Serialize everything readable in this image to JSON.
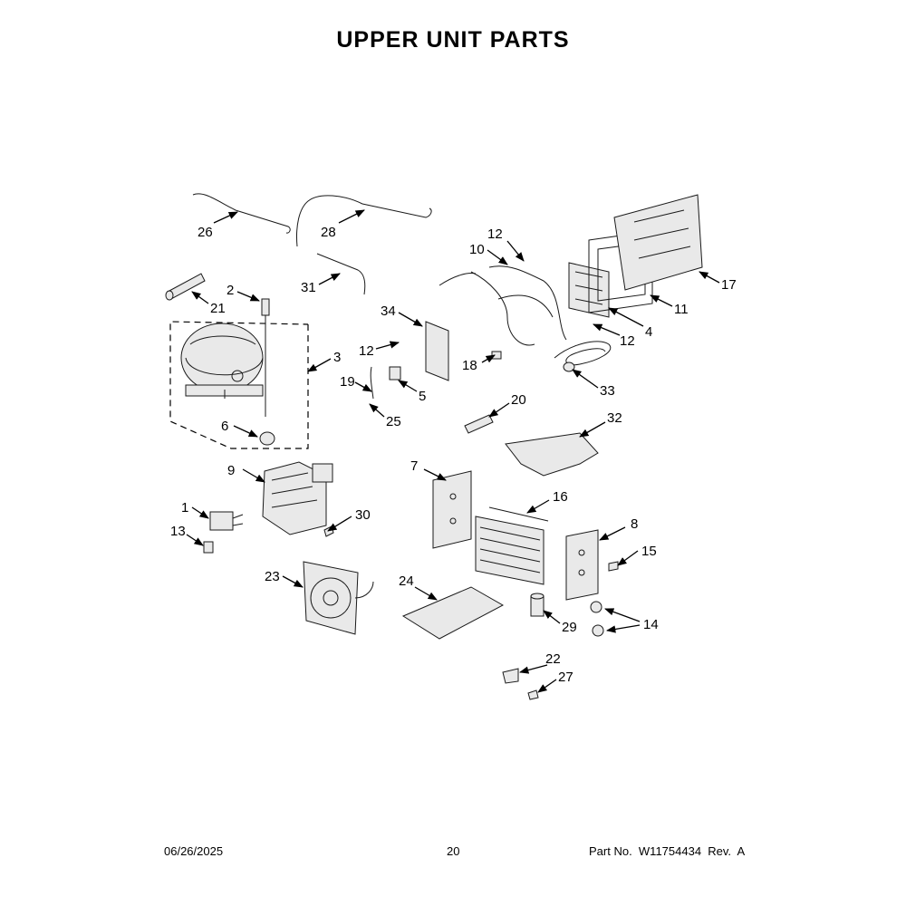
{
  "title": "UPPER UNIT PARTS",
  "footer": {
    "date": "06/26/2025",
    "page": "20",
    "part_number": "Part No.  W11754434  Rev.  A"
  },
  "callouts": [
    "1",
    "2",
    "3",
    "4",
    "5",
    "6",
    "7",
    "8",
    "9",
    "10",
    "11",
    "12",
    "13",
    "14",
    "15",
    "16",
    "17",
    "18",
    "19",
    "20",
    "21",
    "22",
    "23",
    "24",
    "25",
    "26",
    "27",
    "28",
    "29",
    "30",
    "31",
    "32",
    "33",
    "34"
  ]
}
